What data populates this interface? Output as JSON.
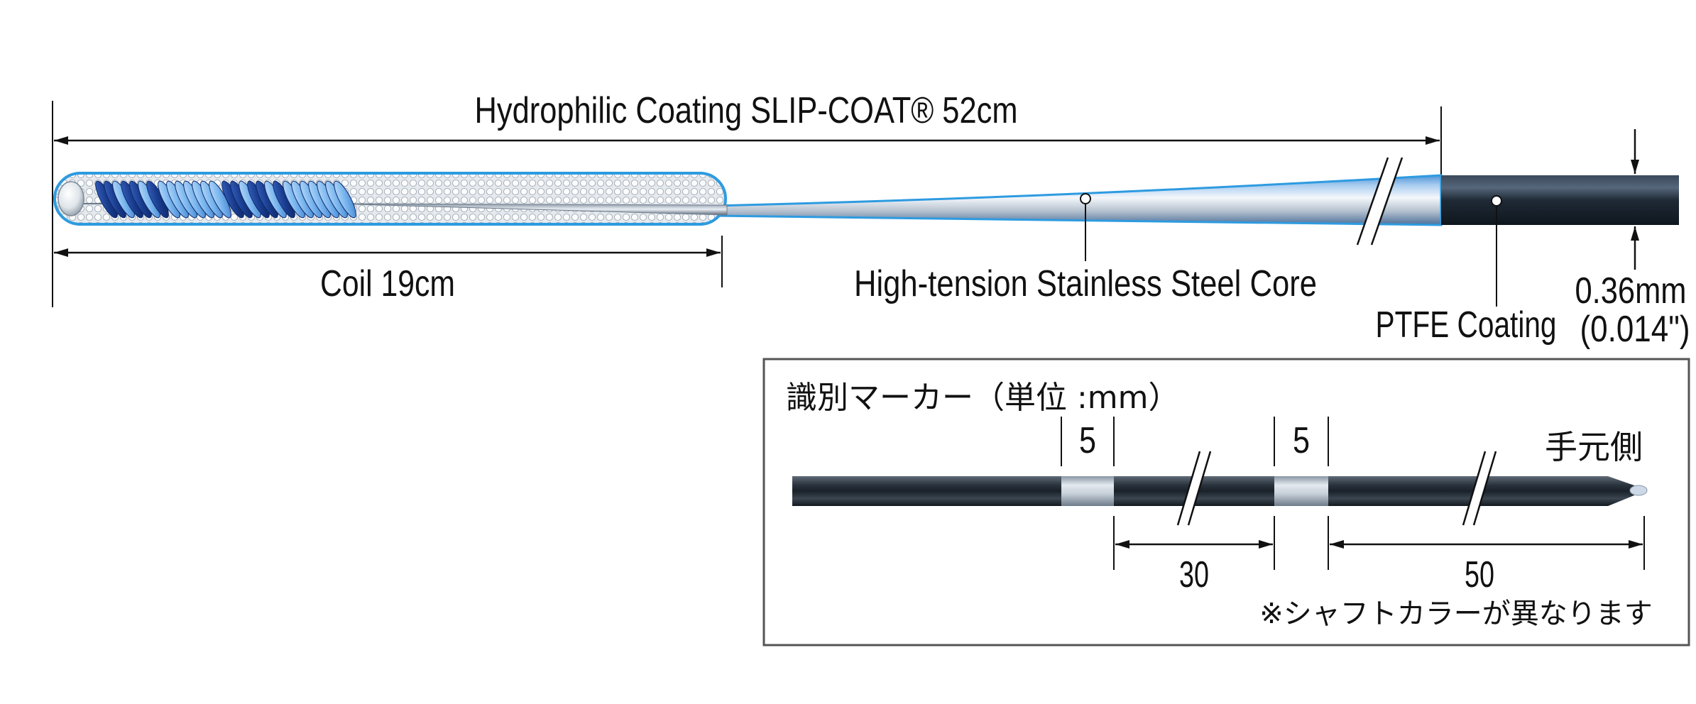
{
  "diagram": {
    "title": "Hydrophilic Coating SLIP-COAT® 52cm",
    "coil_label": "Coil 19cm",
    "core_label": "High-tension Stainless Steel Core",
    "ptfe_label": "PTFE Coating",
    "diameter_mm": "0.36mm",
    "diameter_in": "(0.014\")"
  },
  "marker_box": {
    "title": "識別マーカー（単位 :mm）",
    "marker_width_1": "5",
    "marker_width_2": "5",
    "proximal_label": "手元側",
    "spacing_1": "30",
    "spacing_2": "50",
    "note": "※シャフトカラーが異なります"
  },
  "colors": {
    "coating_blue": "#2e9be0",
    "coil_blue_dark": "#1a3d8f",
    "coil_blue_light": "#7ab6ef",
    "ptfe_dark": "#1e2833",
    "marker_band": "#d5dde6"
  }
}
